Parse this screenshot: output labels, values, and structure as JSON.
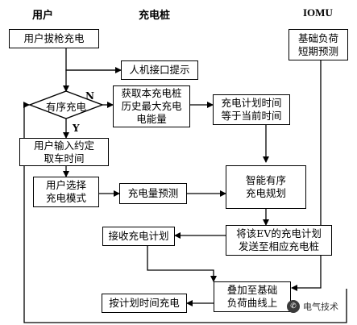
{
  "headers": {
    "user": "用户",
    "pile": "充电桩",
    "iomu": "IOMU"
  },
  "boxes": {
    "plug_in": "用户拔枪充电",
    "hmi_prompt": "人机接口提示",
    "get_max_energy": "获取本充电桩\n历史最大充电\n电能量",
    "plan_time_eq": "充电计划时间\n等于当前时间",
    "base_load_forecast": "基础负荷\n短期预测",
    "input_pickup_time": "用户输入约定\n取车时间",
    "select_mode": "用户选择\n充电模式",
    "energy_forecast": "充电量预测",
    "smart_planning": "智能有序\n充电规划",
    "receive_plan": "接收充电计划",
    "send_plan": "将该EV的充电计划\n发送至相应充电桩",
    "charge_by_plan": "按计划时间充电",
    "superimpose": "叠加至基础\n负荷曲线上"
  },
  "decision": {
    "text": "有序充电",
    "no": "N",
    "yes": "Y"
  },
  "watermark": {
    "text": "电气技术",
    "icon": "wechat-logo-icon"
  }
}
